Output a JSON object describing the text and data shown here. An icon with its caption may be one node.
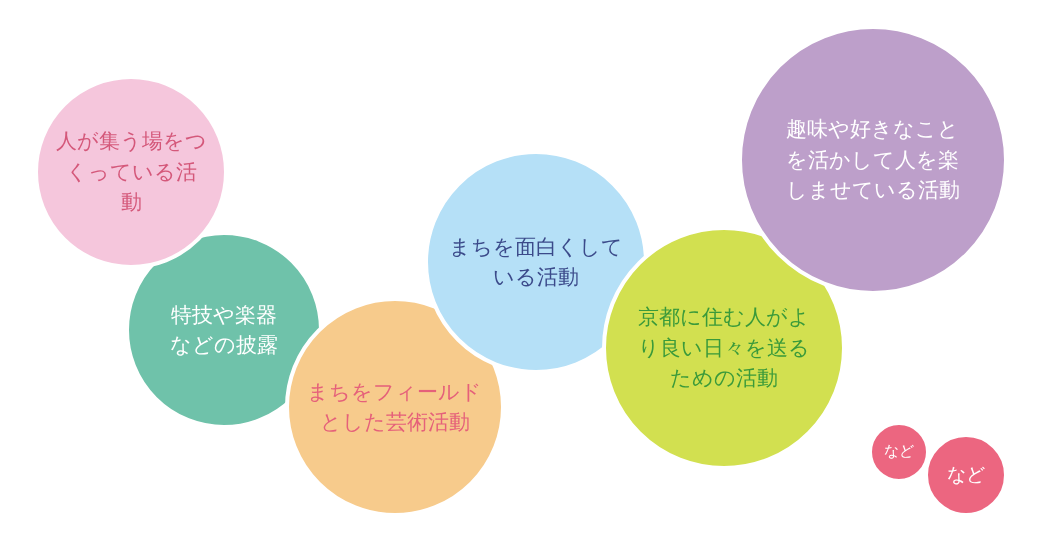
{
  "diagram": {
    "nodes": [
      {
        "text": [
          "人が集う場をつくっている活動"
        ]
      },
      {
        "text": [
          "特技や楽器などの披露"
        ]
      },
      {
        "text": [
          "まちをフィールドとした芸術活動"
        ]
      },
      {
        "text": [
          "まちを面白くしている活動"
        ]
      },
      {
        "text": [
          "京都に住む人がより良い日々を送るための活動"
        ]
      },
      {
        "text": [
          "趣味や好きなことを活かして人を楽しませている活動"
        ]
      },
      {
        "text": [
          "など"
        ]
      },
      {
        "text": [
          "など"
        ]
      }
    ]
  }
}
